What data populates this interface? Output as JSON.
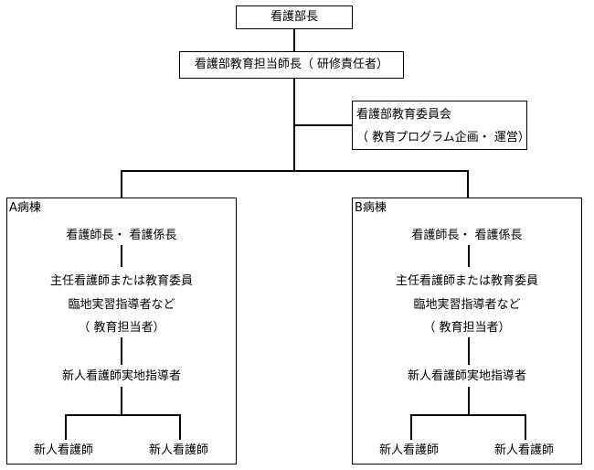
{
  "top": {
    "label": "看護部長"
  },
  "director": {
    "label": "看護部教育担当師長（ 研修責任者）"
  },
  "committee": {
    "title": "看護部教育委員会",
    "subtitle": "（ 教育プログラム企画・ 運営）"
  },
  "wards": [
    {
      "name": "A病棟",
      "head": "看護師長・ 看護係長",
      "mid_line1": "主任看護師または教育委員",
      "mid_line2": "臨地実習指導者など",
      "mid_line3": "（ 教育担当者）",
      "preceptor": "新人看護師実地指導者",
      "new_nurse_left": "新人看護師",
      "new_nurse_right": "新人看護師"
    },
    {
      "name": "B病棟",
      "head": "看護師長・ 看護係長",
      "mid_line1": "主任看護師または教育委員",
      "mid_line2": "臨地実習指導者など",
      "mid_line3": "（ 教育担当者）",
      "preceptor": "新人看護師実地指導者",
      "new_nurse_left": "新人看護師",
      "new_nurse_right": "新人看護師"
    }
  ]
}
